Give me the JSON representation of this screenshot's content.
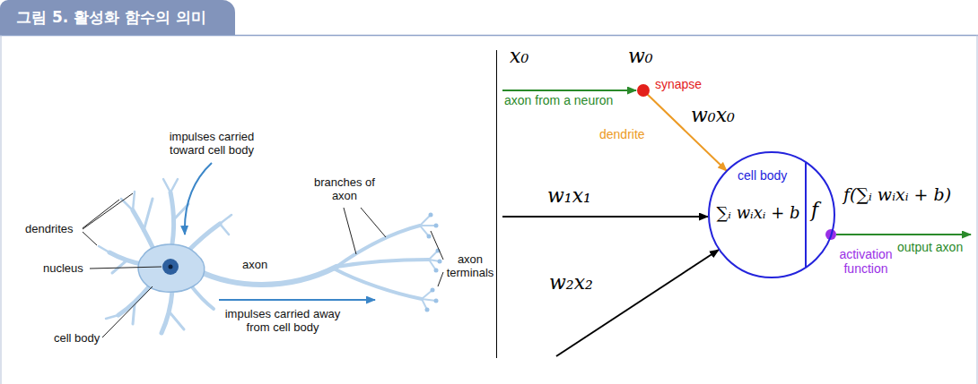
{
  "diagram": {
    "title": "그림 5. 활성화 함수의 의미",
    "nodes": [
      {
        "text": [
          "cell body",
          "∑ᵢ wᵢxᵢ + b",
          "f"
        ]
      }
    ],
    "labels": [
      "impulses carried toward cell body",
      "branches of axon",
      "dendrites",
      "nucleus",
      "axon",
      "axon terminals",
      "impulses carried away from cell body",
      "cell body",
      "x₀",
      "w₀",
      "synapse",
      "axon from a neuron",
      "w₀x₀",
      "dendrite",
      "w₁x₁",
      "w₂x₂",
      "f(∑ᵢ wᵢxᵢ + b)",
      "output axon",
      "activation function"
    ]
  }
}
